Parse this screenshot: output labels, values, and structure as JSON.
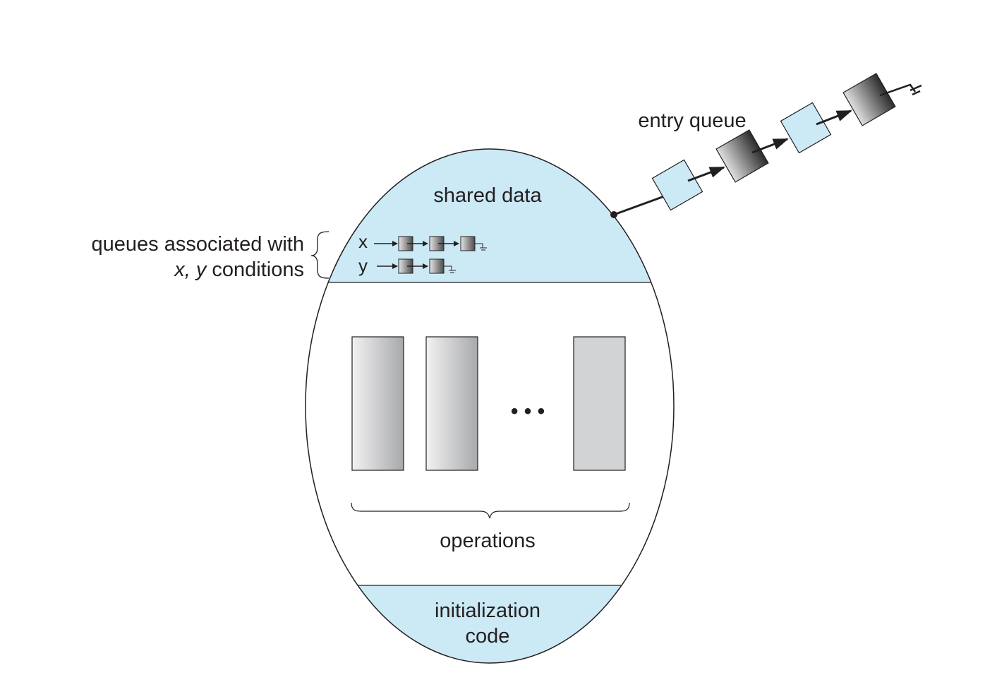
{
  "labels": {
    "shared_data": "shared data",
    "entry_queue": "entry queue",
    "queues_line1": "queues associated with",
    "queues_line2_vars": "x, y",
    "queues_line2_rest": " conditions",
    "x_var": "x",
    "y_var": "y",
    "ellipsis": "• • •",
    "operations": "operations",
    "init_line1": "initialization",
    "init_line2": "code"
  },
  "colors": {
    "section_fill": "#cce9f6",
    "outline": "#231f20",
    "process_light": "#cce9f6",
    "process_dark": "#3a3a3a"
  }
}
